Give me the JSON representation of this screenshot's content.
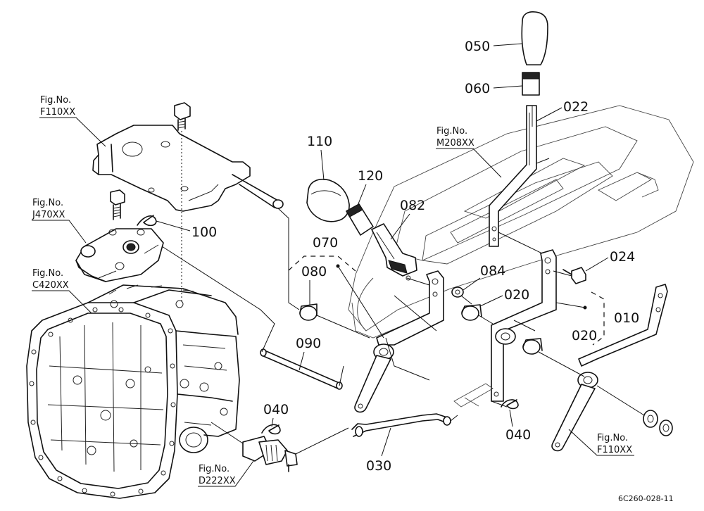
{
  "callouts": {
    "c050": "050",
    "c060": "060",
    "c022": "022",
    "c110": "110",
    "c120": "120",
    "c082": "082",
    "c100": "100",
    "c070": "070",
    "c080": "080",
    "c084": "084",
    "c020a": "020",
    "c024": "024",
    "c010": "010",
    "c020b": "020",
    "c090": "090",
    "c040a": "040",
    "c040b": "040",
    "c030": "030"
  },
  "fig_refs": {
    "f110_top": {
      "line1": "Fig.No.",
      "line2": "F110XX"
    },
    "j470": {
      "line1": "Fig.No.",
      "line2": "J470XX"
    },
    "c420": {
      "line1": "Fig.No.",
      "line2": "C420XX"
    },
    "m208": {
      "line1": "Fig.No.",
      "line2": "M208XX"
    },
    "d222": {
      "line1": "Fig.No.",
      "line2": "D222XX"
    },
    "f110_bottom": {
      "line1": "Fig.No.",
      "line2": "F110XX"
    }
  },
  "drawing_code": "6C260-028-11"
}
